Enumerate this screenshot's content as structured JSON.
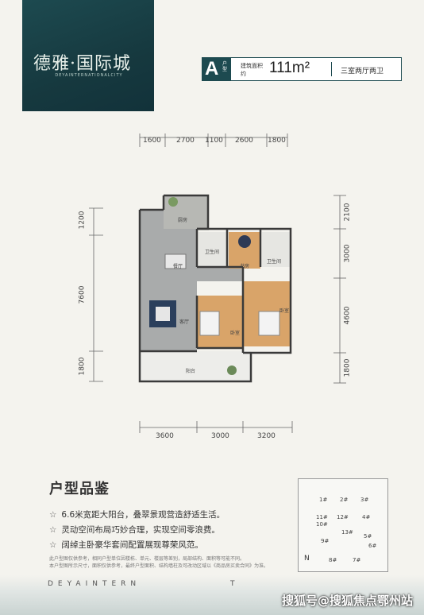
{
  "brand": {
    "name_cn": "德雅·国际城",
    "name_en": "DEYAINTERNATIONALCITY"
  },
  "unit": {
    "letter": "A",
    "letter_suffix": "户型",
    "area_label": "建筑面积约",
    "area_value": "111m²",
    "layout_type": "三室两厅两卫"
  },
  "dimensions": {
    "top": [
      "1600",
      "2700",
      "1100",
      "2600",
      "1800"
    ],
    "bottom": [
      "3600",
      "3000",
      "3200"
    ],
    "left": [
      "1200",
      "7600",
      "1800"
    ],
    "right": [
      "2100",
      "3000",
      "4600",
      "1800"
    ]
  },
  "rooms": {
    "kitchen": "厨房",
    "dining": "餐厅",
    "bath_1": "卫生间",
    "study": "书房",
    "bath_2": "卫生间",
    "living": "客厅",
    "bedroom_1": "卧室",
    "bedroom_2": "卧室",
    "balcony": "阳台"
  },
  "features": {
    "title": "户型品鉴",
    "bullet": "☆",
    "items": [
      "6.6米宽距大阳台，叠翠景观营造舒适生活。",
      "灵动空间布局巧妙合理，实现空间零浪费。",
      "阔绰主卧豪华套间配置展现尊荣风范。"
    ],
    "notes": [
      "此户型图仅供参考，相同户型单位因楼栋、单元、楼层等差别，局部结构、面积等可能不同。",
      "本户型图所示尺寸，面积仅供参考，最终户型面积、结构墙柱及可改动区域以《商品房买卖合同》为准。"
    ]
  },
  "site_plan": {
    "north_label": "N",
    "buildings": [
      "1#",
      "2#",
      "3#",
      "11#",
      "12#",
      "4#",
      "10#",
      "13#",
      "5#",
      "9#",
      "6#",
      "8#",
      "7#"
    ]
  },
  "footer": {
    "text_left": "DEYAINTERN",
    "text_right": "T",
    "watermark": "搜狐号@搜狐焦点鄂州站"
  }
}
